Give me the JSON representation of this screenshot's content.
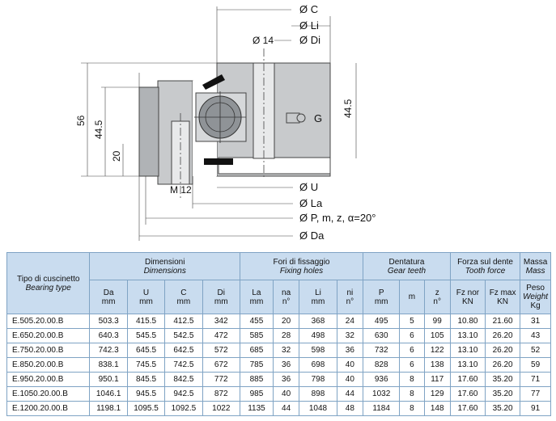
{
  "drawing": {
    "dim_C": "Ø C",
    "dim_Li": "Ø Li",
    "dim_14": "Ø 14",
    "dim_Di": "Ø Di",
    "dim_56": "56",
    "dim_445_left": "44.5",
    "dim_20": "20",
    "dim_445_right": "44.5",
    "label_G": "G",
    "dim_M12": "M 12",
    "dim_U": "Ø U",
    "dim_La": "Ø La",
    "dim_P": "Ø P, m, z, α=20°",
    "dim_Da": "Ø Da"
  },
  "table": {
    "headers": {
      "bearing_type": {
        "it": "Tipo di cuscinetto",
        "en": "Bearing type"
      },
      "dimensions": {
        "it": "Dimensioni",
        "en": "Dimensions"
      },
      "fixing": {
        "it": "Fori di fissaggio",
        "en": "Fixing holes"
      },
      "gear": {
        "it": "Dentatura",
        "en": "Gear teeth"
      },
      "tooth_force": {
        "it": "Forza sul dente",
        "en": "Tooth force"
      },
      "mass": {
        "it": "Massa",
        "en": "Mass"
      }
    },
    "subheaders": {
      "da": {
        "l1": "Da",
        "l2": "mm"
      },
      "u": {
        "l1": "U",
        "l2": "mm"
      },
      "c": {
        "l1": "C",
        "l2": "mm"
      },
      "di": {
        "l1": "Di",
        "l2": "mm"
      },
      "la": {
        "l1": "La",
        "l2": "mm"
      },
      "na1": {
        "l1": "na",
        "l2": "n°"
      },
      "li": {
        "l1": "Li",
        "l2": "mm"
      },
      "ni": {
        "l1": "ni",
        "l2": "n°"
      },
      "p": {
        "l1": "P",
        "l2": "mm"
      },
      "m": {
        "l1": "m",
        "l2": ""
      },
      "z": {
        "l1": "z",
        "l2": "n°"
      },
      "fznor": {
        "l1": "Fz nor",
        "l2": "KN"
      },
      "fzmax": {
        "l1": "Fz max",
        "l2": "KN"
      },
      "peso": {
        "l1": "Peso",
        "l2": "Weight",
        "l3": "Kg"
      }
    },
    "rows": [
      [
        "E.505.20.00.B",
        "503.3",
        "415.5",
        "412.5",
        "342",
        "455",
        "20",
        "368",
        "24",
        "495",
        "5",
        "99",
        "10.80",
        "21.60",
        "31"
      ],
      [
        "E.650.20.00.B",
        "640.3",
        "545.5",
        "542.5",
        "472",
        "585",
        "28",
        "498",
        "32",
        "630",
        "6",
        "105",
        "13.10",
        "26.20",
        "43"
      ],
      [
        "E.750.20.00.B",
        "742.3",
        "645.5",
        "642.5",
        "572",
        "685",
        "32",
        "598",
        "36",
        "732",
        "6",
        "122",
        "13.10",
        "26.20",
        "52"
      ],
      [
        "E.850.20.00.B",
        "838.1",
        "745.5",
        "742.5",
        "672",
        "785",
        "36",
        "698",
        "40",
        "828",
        "6",
        "138",
        "13.10",
        "26.20",
        "59"
      ],
      [
        "E.950.20.00.B",
        "950.1",
        "845.5",
        "842.5",
        "772",
        "885",
        "36",
        "798",
        "40",
        "936",
        "8",
        "117",
        "17.60",
        "35.20",
        "71"
      ],
      [
        "E.1050.20.00.B",
        "1046.1",
        "945.5",
        "942.5",
        "872",
        "985",
        "40",
        "898",
        "44",
        "1032",
        "8",
        "129",
        "17.60",
        "35.20",
        "77"
      ],
      [
        "E.1200.20.00.B",
        "1198.1",
        "1095.5",
        "1092.5",
        "1022",
        "1135",
        "44",
        "1048",
        "48",
        "1184",
        "8",
        "148",
        "17.60",
        "35.20",
        "91"
      ]
    ]
  }
}
